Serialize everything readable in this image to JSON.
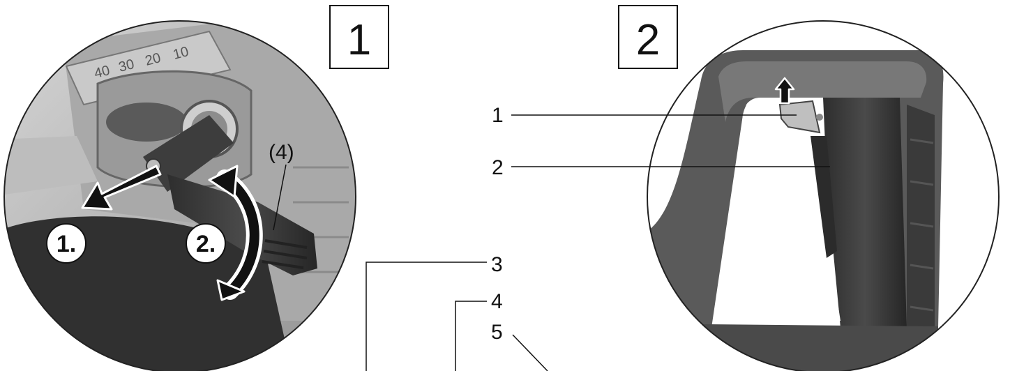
{
  "figures": [
    {
      "number": "1",
      "scale_ticks": [
        "40",
        "30",
        "20",
        "10"
      ],
      "part_ref": "(4)",
      "steps": [
        "1.",
        "2."
      ]
    },
    {
      "number": "2"
    }
  ],
  "callouts": [
    "1",
    "2",
    "3",
    "4",
    "5"
  ]
}
